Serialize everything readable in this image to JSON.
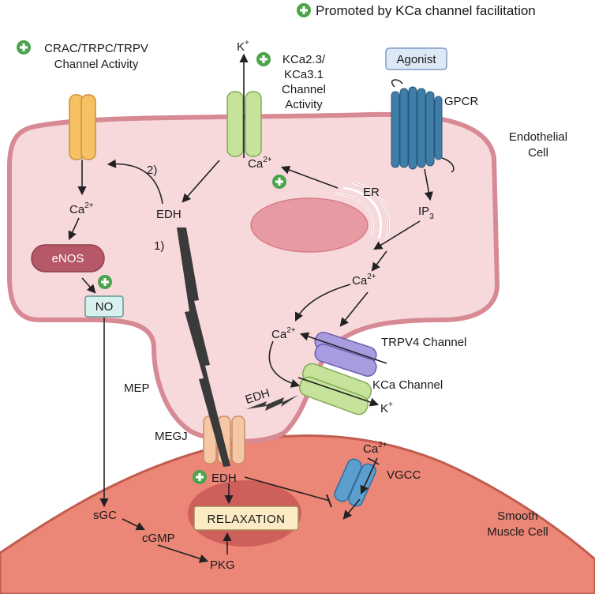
{
  "legend": {
    "text": "Promoted by KCa channel facilitation",
    "color": "#4aa54a"
  },
  "labels": {
    "crac": "CRAC/TRPC/TRPV",
    "crac2": "Channel Activity",
    "k_top": "K",
    "kca_a": "KCa2.3/",
    "kca_b": "KCa3.1",
    "kca_c": "Channel",
    "kca_d": "Activity",
    "agonist": "Agonist",
    "gpcr": "GPCR",
    "endo_a": "Endothelial",
    "endo_b": "Cell",
    "step2": "2)",
    "ca_er": "Ca",
    "er": "ER",
    "ca_left": "Ca",
    "edh_top": "EDH",
    "ip3": "IP",
    "ip3_sub": "3",
    "enos": "eNOS",
    "step1": "1)",
    "ca_mid": "Ca",
    "no": "NO",
    "ca_trpv": "Ca",
    "trpv4": "TRPV4 Channel",
    "mep": "MEP",
    "edh_mid": "EDH",
    "kca_channel": "KCa Channel",
    "k_bottom": "K",
    "megj": "MEGJ",
    "ca_vgcc": "Ca",
    "edh_smc": "EDH",
    "vgcc": "VGCC",
    "relaxation": "RELAXATION",
    "sgc": "sGC",
    "cgmp": "cGMP",
    "pkg": "PKG",
    "smc_a": "Smooth",
    "smc_b": "Muscle Cell",
    "sup_plus": "+",
    "sup_2plus": "2+"
  },
  "colors": {
    "endothelial_fill": "#f7d9dc",
    "endothelial_stroke": "#d88a94",
    "smooth_muscle_fill": "#ec8677",
    "nucleus_smc": "#cf5f5a",
    "nucleus_er": "#e79aa2",
    "crac_channel": "#f6c063",
    "kca23_channel": "#c5e39a",
    "gpcr": "#3e7ea8",
    "enos": "#b65868",
    "no_box": "#d8f1ee",
    "trpv4": "#a89be0",
    "kca_channel": "#c5e39a",
    "megj": "#f6c7a4",
    "vgcc": "#5c9fcf",
    "relaxation_box": "#fbeac4",
    "agonist_box": "#dce8f6",
    "plus_green": "#4aa54a"
  }
}
